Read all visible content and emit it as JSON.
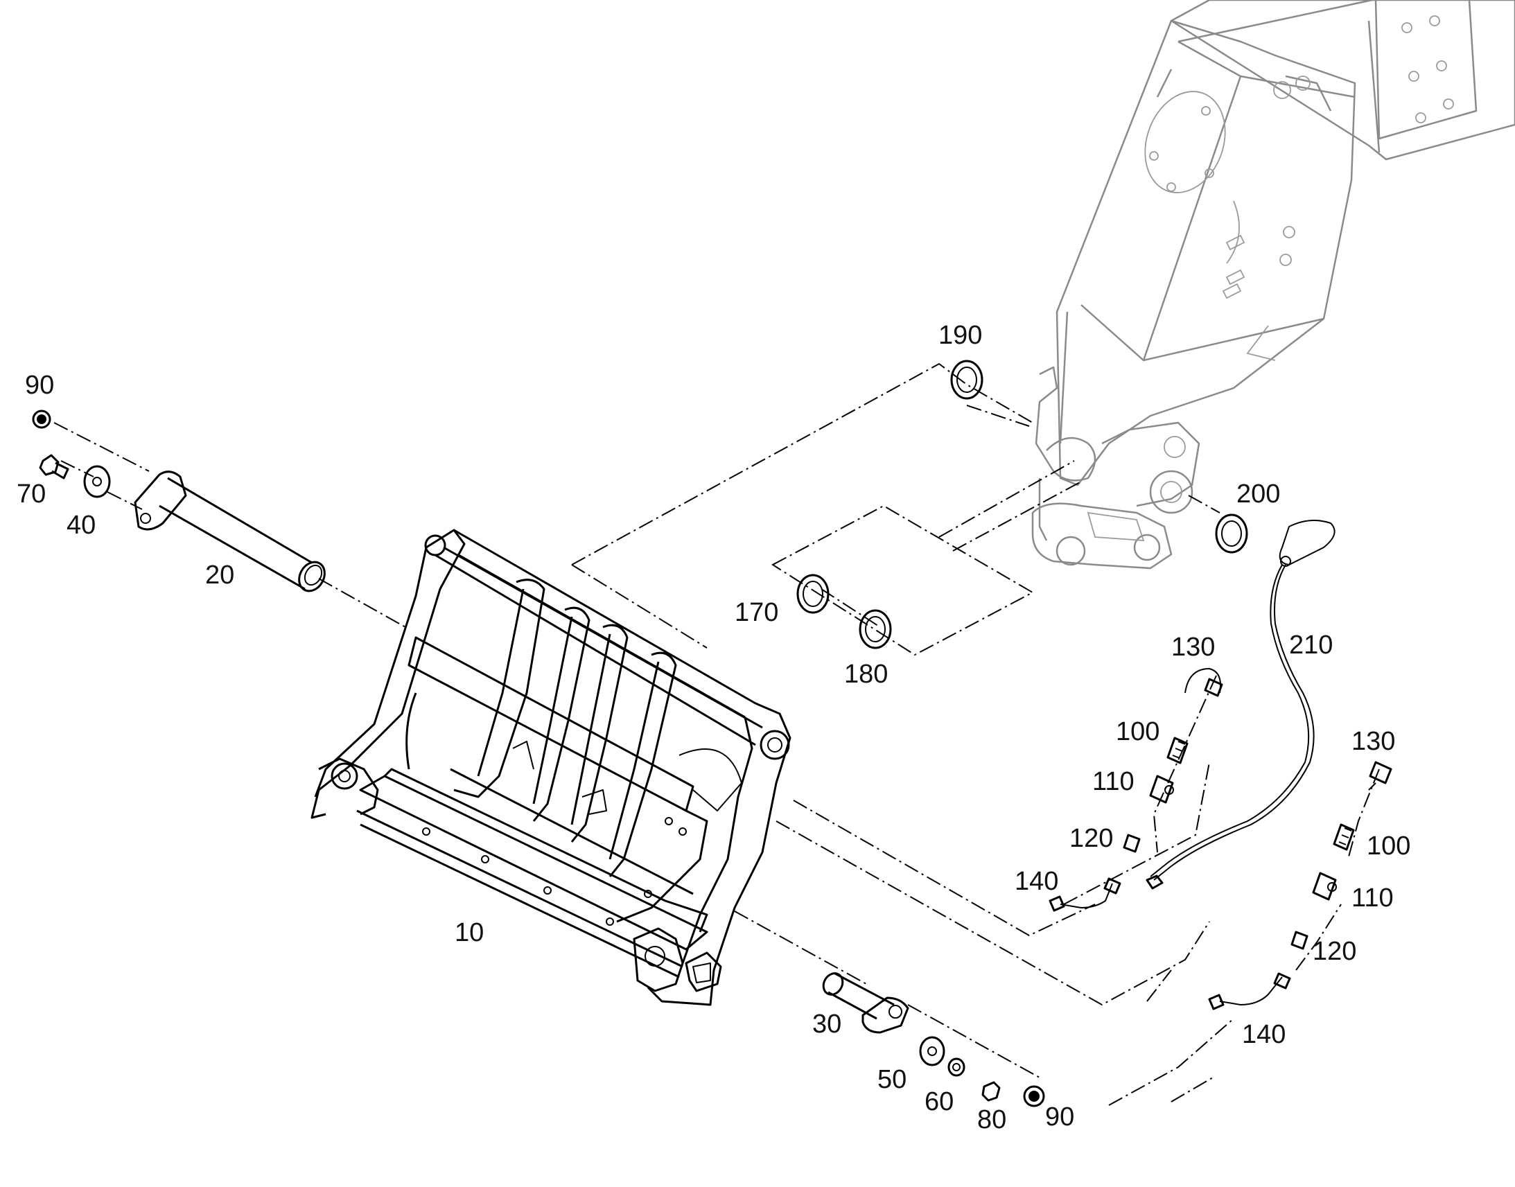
{
  "callouts": {
    "c10": "10",
    "c20": "20",
    "c30": "30",
    "c40": "40",
    "c50": "50",
    "c60": "60",
    "c70": "70",
    "c80": "80",
    "c90a": "90",
    "c90b": "90",
    "c100a": "100",
    "c100b": "100",
    "c110a": "110",
    "c110b": "110",
    "c120a": "120",
    "c120b": "120",
    "c130a": "130",
    "c130b": "130",
    "c140a": "140",
    "c140b": "140",
    "c170": "170",
    "c180": "180",
    "c190": "190",
    "c200": "200",
    "c210": "210"
  }
}
